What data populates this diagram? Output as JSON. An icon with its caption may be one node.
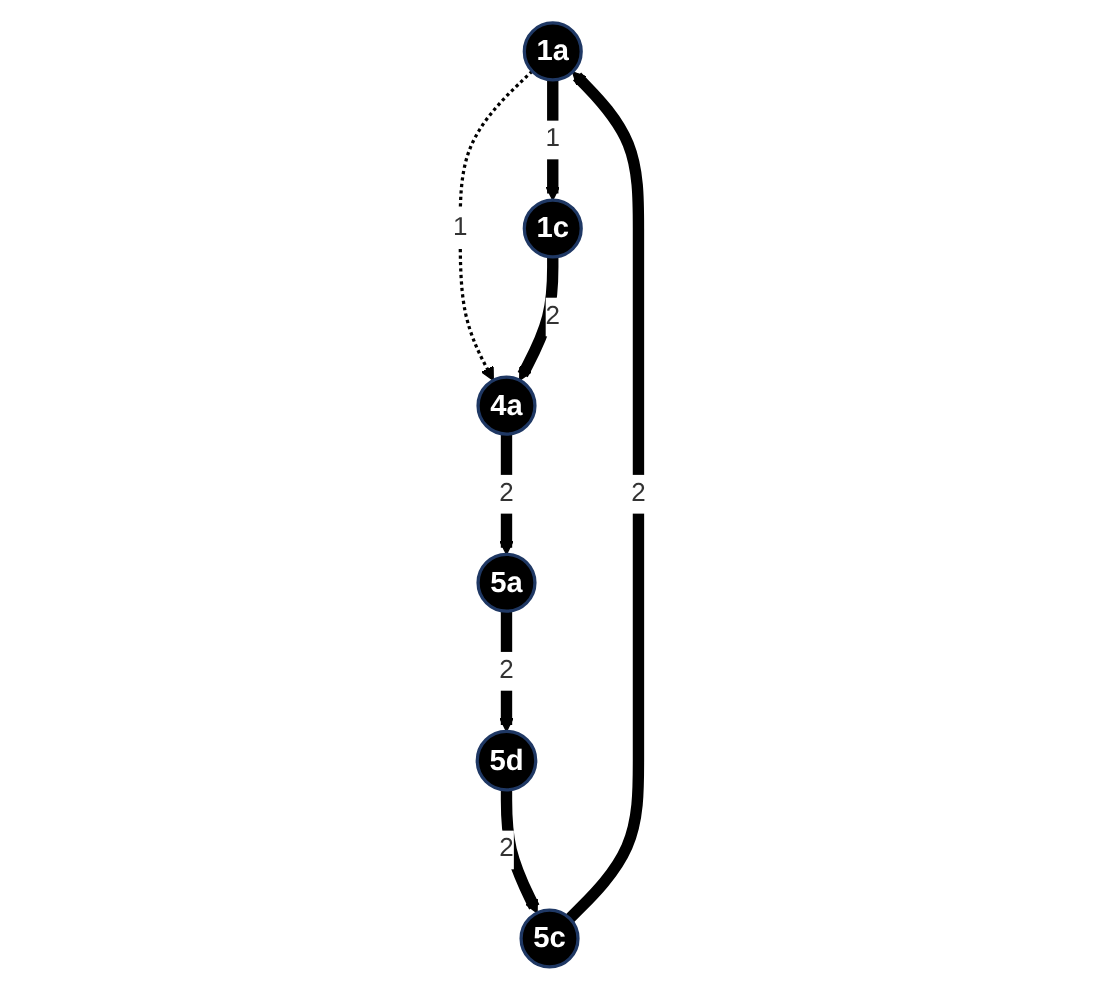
{
  "diagram": {
    "nodes": [
      {
        "text": [
          "1a"
        ]
      },
      {
        "text": [
          "1c"
        ]
      },
      {
        "text": [
          "4a"
        ]
      },
      {
        "text": [
          "5a"
        ]
      },
      {
        "text": [
          "5d"
        ]
      },
      {
        "text": [
          "5c"
        ]
      }
    ],
    "edges": [
      {
        "from": 0,
        "to": 1,
        "arrow": "to",
        "label": "1"
      },
      {
        "from": 0,
        "to": 2,
        "arrow": "to",
        "label": "1",
        "style": "dashed"
      },
      {
        "from": 1,
        "to": 2,
        "arrow": "to",
        "label": "2"
      },
      {
        "from": 2,
        "to": 3,
        "arrow": "to",
        "label": "2"
      },
      {
        "from": 3,
        "to": 4,
        "arrow": "to",
        "label": "2"
      },
      {
        "from": 4,
        "to": 5,
        "arrow": "to",
        "label": "2"
      },
      {
        "from": 5,
        "to": 0,
        "arrow": "to",
        "label": "2"
      }
    ]
  }
}
